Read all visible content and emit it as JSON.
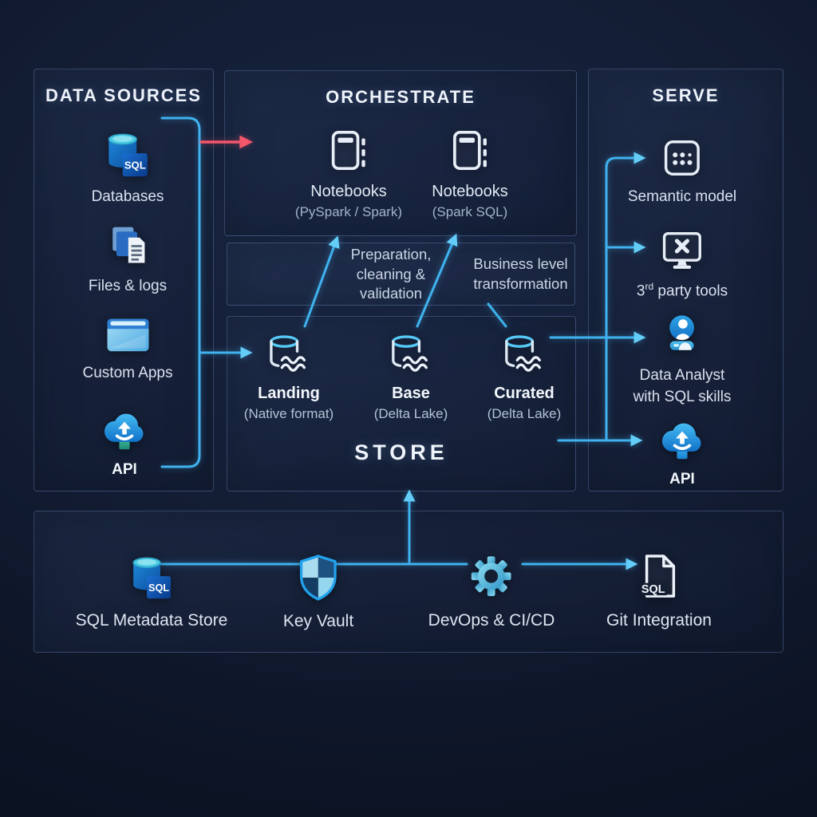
{
  "colors": {
    "accent_blue": "#3fb2ef",
    "arrowhead_blue": "#63cdf8",
    "accent_red": "#f4566a",
    "background": "#0d1525"
  },
  "panels": {
    "data_sources": {
      "title": "DATA SOURCES",
      "items": [
        {
          "label": "Databases",
          "icon": "sql-database-icon"
        },
        {
          "label": "Files & logs",
          "icon": "files-logs-icon"
        },
        {
          "label": "Custom Apps",
          "icon": "app-window-icon"
        },
        {
          "label": "API",
          "icon": "api-cloud-icon"
        }
      ]
    },
    "orchestrate": {
      "title": "ORCHESTRATE",
      "items": [
        {
          "label": "Notebooks",
          "sublabel": "(PySpark / Spark)",
          "icon": "notebook-icon"
        },
        {
          "label": "Notebooks",
          "sublabel": "(Spark SQL)",
          "icon": "notebook-icon"
        }
      ]
    },
    "process_notes": {
      "left": "Preparation,\ncleaning &\nvalidation",
      "right": "Business level\ntransformation"
    },
    "store": {
      "title": "STORE",
      "items": [
        {
          "label": "Landing",
          "sublabel": "(Native format)",
          "icon": "data-lake-icon"
        },
        {
          "label": "Base",
          "sublabel": "(Delta Lake)",
          "icon": "data-lake-icon"
        },
        {
          "label": "Curated",
          "sublabel": "(Delta Lake)",
          "icon": "data-lake-icon"
        }
      ]
    },
    "serve": {
      "title": "SERVE",
      "items": [
        {
          "label": "Semantic model",
          "icon": "semantic-model-icon"
        },
        {
          "num": "3",
          "sup": "rd",
          "rest": " party tools",
          "icon": "third-party-tools-icon"
        },
        {
          "label": "Data Analyst\nwith SQL skills",
          "icon": "data-analyst-icon"
        },
        {
          "label": "API",
          "icon": "api-cloud-icon"
        }
      ]
    },
    "platform": {
      "items": [
        {
          "label": "SQL Metadata Store",
          "icon": "sql-database-icon"
        },
        {
          "label": "Key Vault",
          "icon": "key-vault-shield-icon"
        },
        {
          "label": "DevOps & CI/CD",
          "icon": "devops-gear-icon"
        },
        {
          "label": "Git Integration",
          "icon": "git-sql-file-icon"
        }
      ]
    }
  }
}
